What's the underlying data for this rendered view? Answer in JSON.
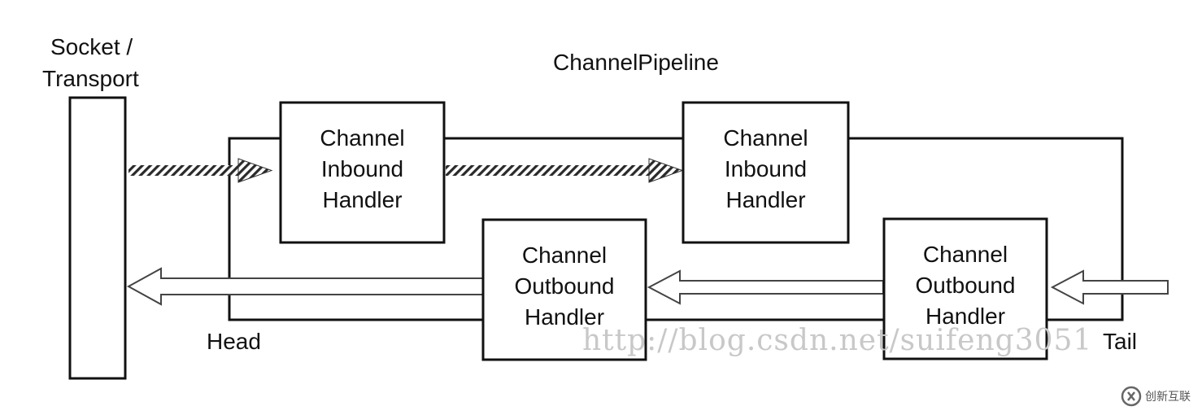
{
  "diagram": {
    "title": "ChannelPipeline",
    "socket_label": [
      "Socket /",
      "Transport"
    ],
    "head_label": "Head",
    "tail_label": "Tail",
    "handlers": {
      "inbound_1": [
        "Channel",
        "Inbound",
        "Handler"
      ],
      "inbound_2": [
        "Channel",
        "Inbound",
        "Handler"
      ],
      "outbound_1": [
        "Channel",
        "Outbound",
        "Handler"
      ],
      "outbound_2": [
        "Channel",
        "Outbound",
        "Handler"
      ]
    }
  },
  "watermark": "http://blog.csdn.net/suifeng3051",
  "brand": {
    "name": "创新互联",
    "icon": "brand-logo-icon"
  }
}
